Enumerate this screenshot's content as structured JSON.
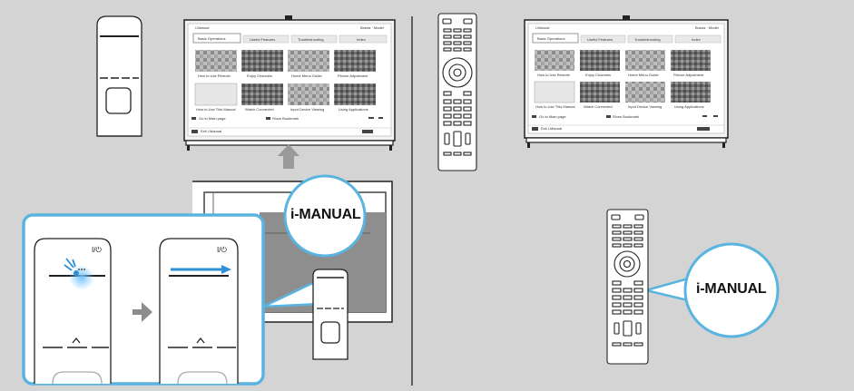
{
  "callouts": {
    "tv_label": "i-MANUAL",
    "remote_label": "i-MANUAL"
  },
  "touch_panel": {
    "power_symbol": "I/⏻",
    "power_symbol_2": "I/⏻"
  },
  "screen": {
    "header_title": "i-Manual",
    "header_right": "Bravia  · Model",
    "tabs": [
      "Basic Operations",
      "Useful Features",
      "Troubleshooting",
      "Index"
    ],
    "tiles": [
      "How to Use Remote",
      "Enjoy Channels",
      "Home Menu Guide",
      "Picture Adjustment",
      "How to Use This Manual",
      "Watch Connected",
      "Input Device Viewing",
      "Using Applications"
    ],
    "footer_left": "Go to Main page",
    "footer_mid": "Show Bookmark",
    "footer_exit": "Exit i-Manual"
  },
  "colors": {
    "background": "#d4d4d4",
    "callout_blue": "#5ab4e0",
    "touch_blue": "#2e8fd6",
    "arrow_gray": "#9a9a9a"
  }
}
